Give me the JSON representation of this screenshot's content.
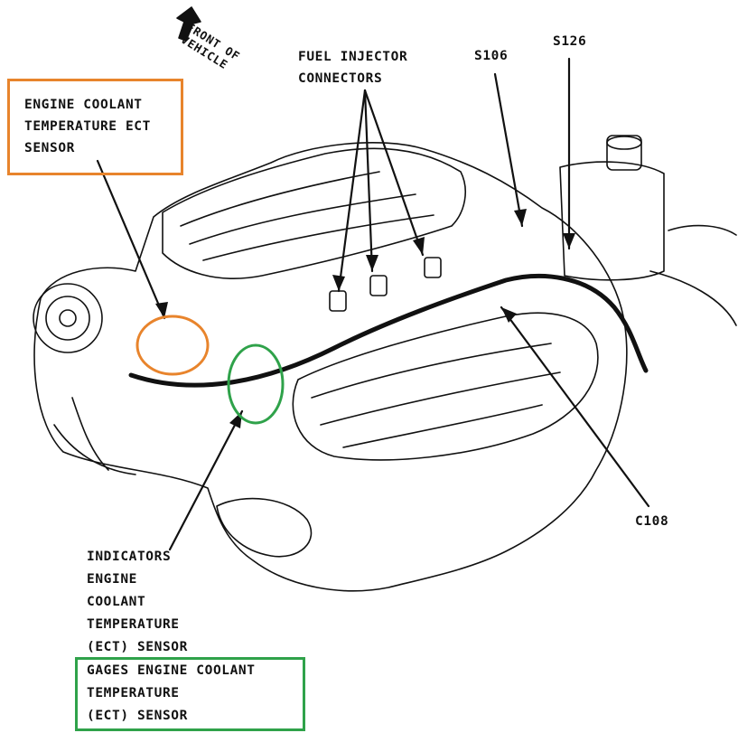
{
  "labels": {
    "front_line1": "FRONT OF",
    "front_line2": "VEHICLE",
    "ect_sensor": [
      "ENGINE COOLANT",
      "TEMPERATURE ECT",
      "SENSOR"
    ],
    "fuel_injector": [
      "FUEL INJECTOR",
      "CONNECTORS"
    ],
    "s106": "S106",
    "s126": "S126",
    "c108": "C108",
    "indicators": [
      "INDICATORS",
      "ENGINE",
      "COOLANT",
      "TEMPERATURE",
      "(ECT) SENSOR"
    ],
    "gages": [
      "GAGES ENGINE COOLANT",
      "TEMPERATURE",
      "(ECT) SENSOR"
    ]
  },
  "colors": {
    "orange_highlight": "#E8842C",
    "green_highlight": "#2FA24A",
    "line_art": "#111111"
  }
}
